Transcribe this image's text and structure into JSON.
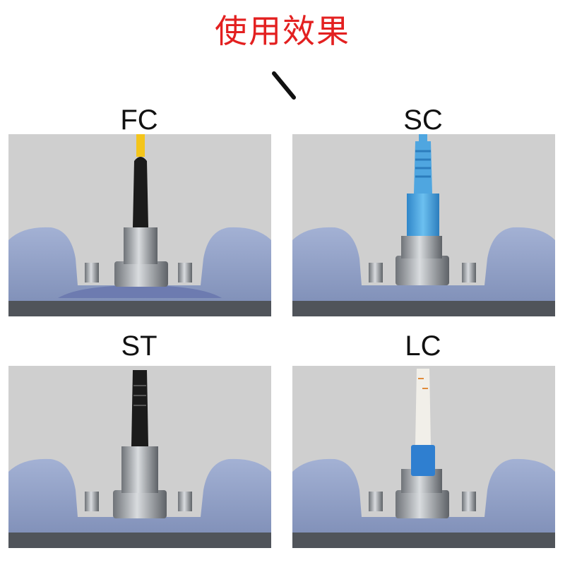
{
  "title": "使用效果",
  "panels": [
    {
      "label": "FC"
    },
    {
      "label": "SC"
    },
    {
      "label": "ST"
    },
    {
      "label": "LC"
    }
  ],
  "colors": {
    "title": "#e32020",
    "device_body": "#8c9cc4",
    "panel_bg": "#cfcfcf",
    "fc_cable": "#f4c51b",
    "sc_boot": "#4fa6e0",
    "lc_boot": "#f1efe9",
    "lc_clip": "#2f7fd0",
    "metal": "#9ea3a8"
  }
}
